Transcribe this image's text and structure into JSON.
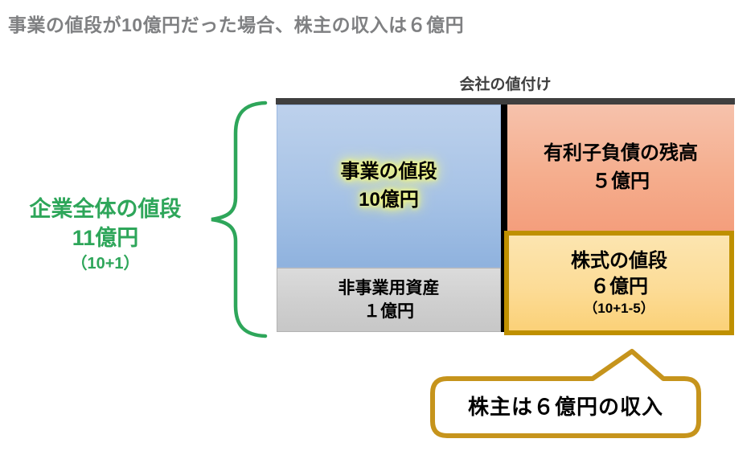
{
  "page": {
    "title": "事業の値段が10億円だった場合、株主の収入は６億円"
  },
  "diagram": {
    "top_label": "会社の値付け",
    "left_summary": {
      "line1": "企業全体の値段",
      "line2": "11億円",
      "line3": "（10+1）"
    },
    "boxes": {
      "business": {
        "label": "事業の値段",
        "value": "10億円"
      },
      "debt": {
        "label": "有利子負債の残高",
        "value": "５億円"
      },
      "non_business": {
        "label": "非事業用資産",
        "value": "１億円"
      },
      "equity": {
        "label": "株式の値段",
        "value": "６億円",
        "formula": "（10+1-5）"
      }
    },
    "callout": {
      "text": "株主は６億円の収入"
    }
  },
  "colors": {
    "title_gray": "#7f8082",
    "caption_dark": "#3f3f3f",
    "top_bar": "#3f3f3f",
    "business_blue": "#a7c3e6",
    "debt_orange": "#f5ae8e",
    "non_business_gray": "#d2d2d2",
    "equity_yellow": "#fcdc97",
    "equity_border_gold": "#bf9000",
    "callout_border_gold": "#c6941c",
    "summary_green": "#2ea65a",
    "divider_black": "#000000"
  }
}
